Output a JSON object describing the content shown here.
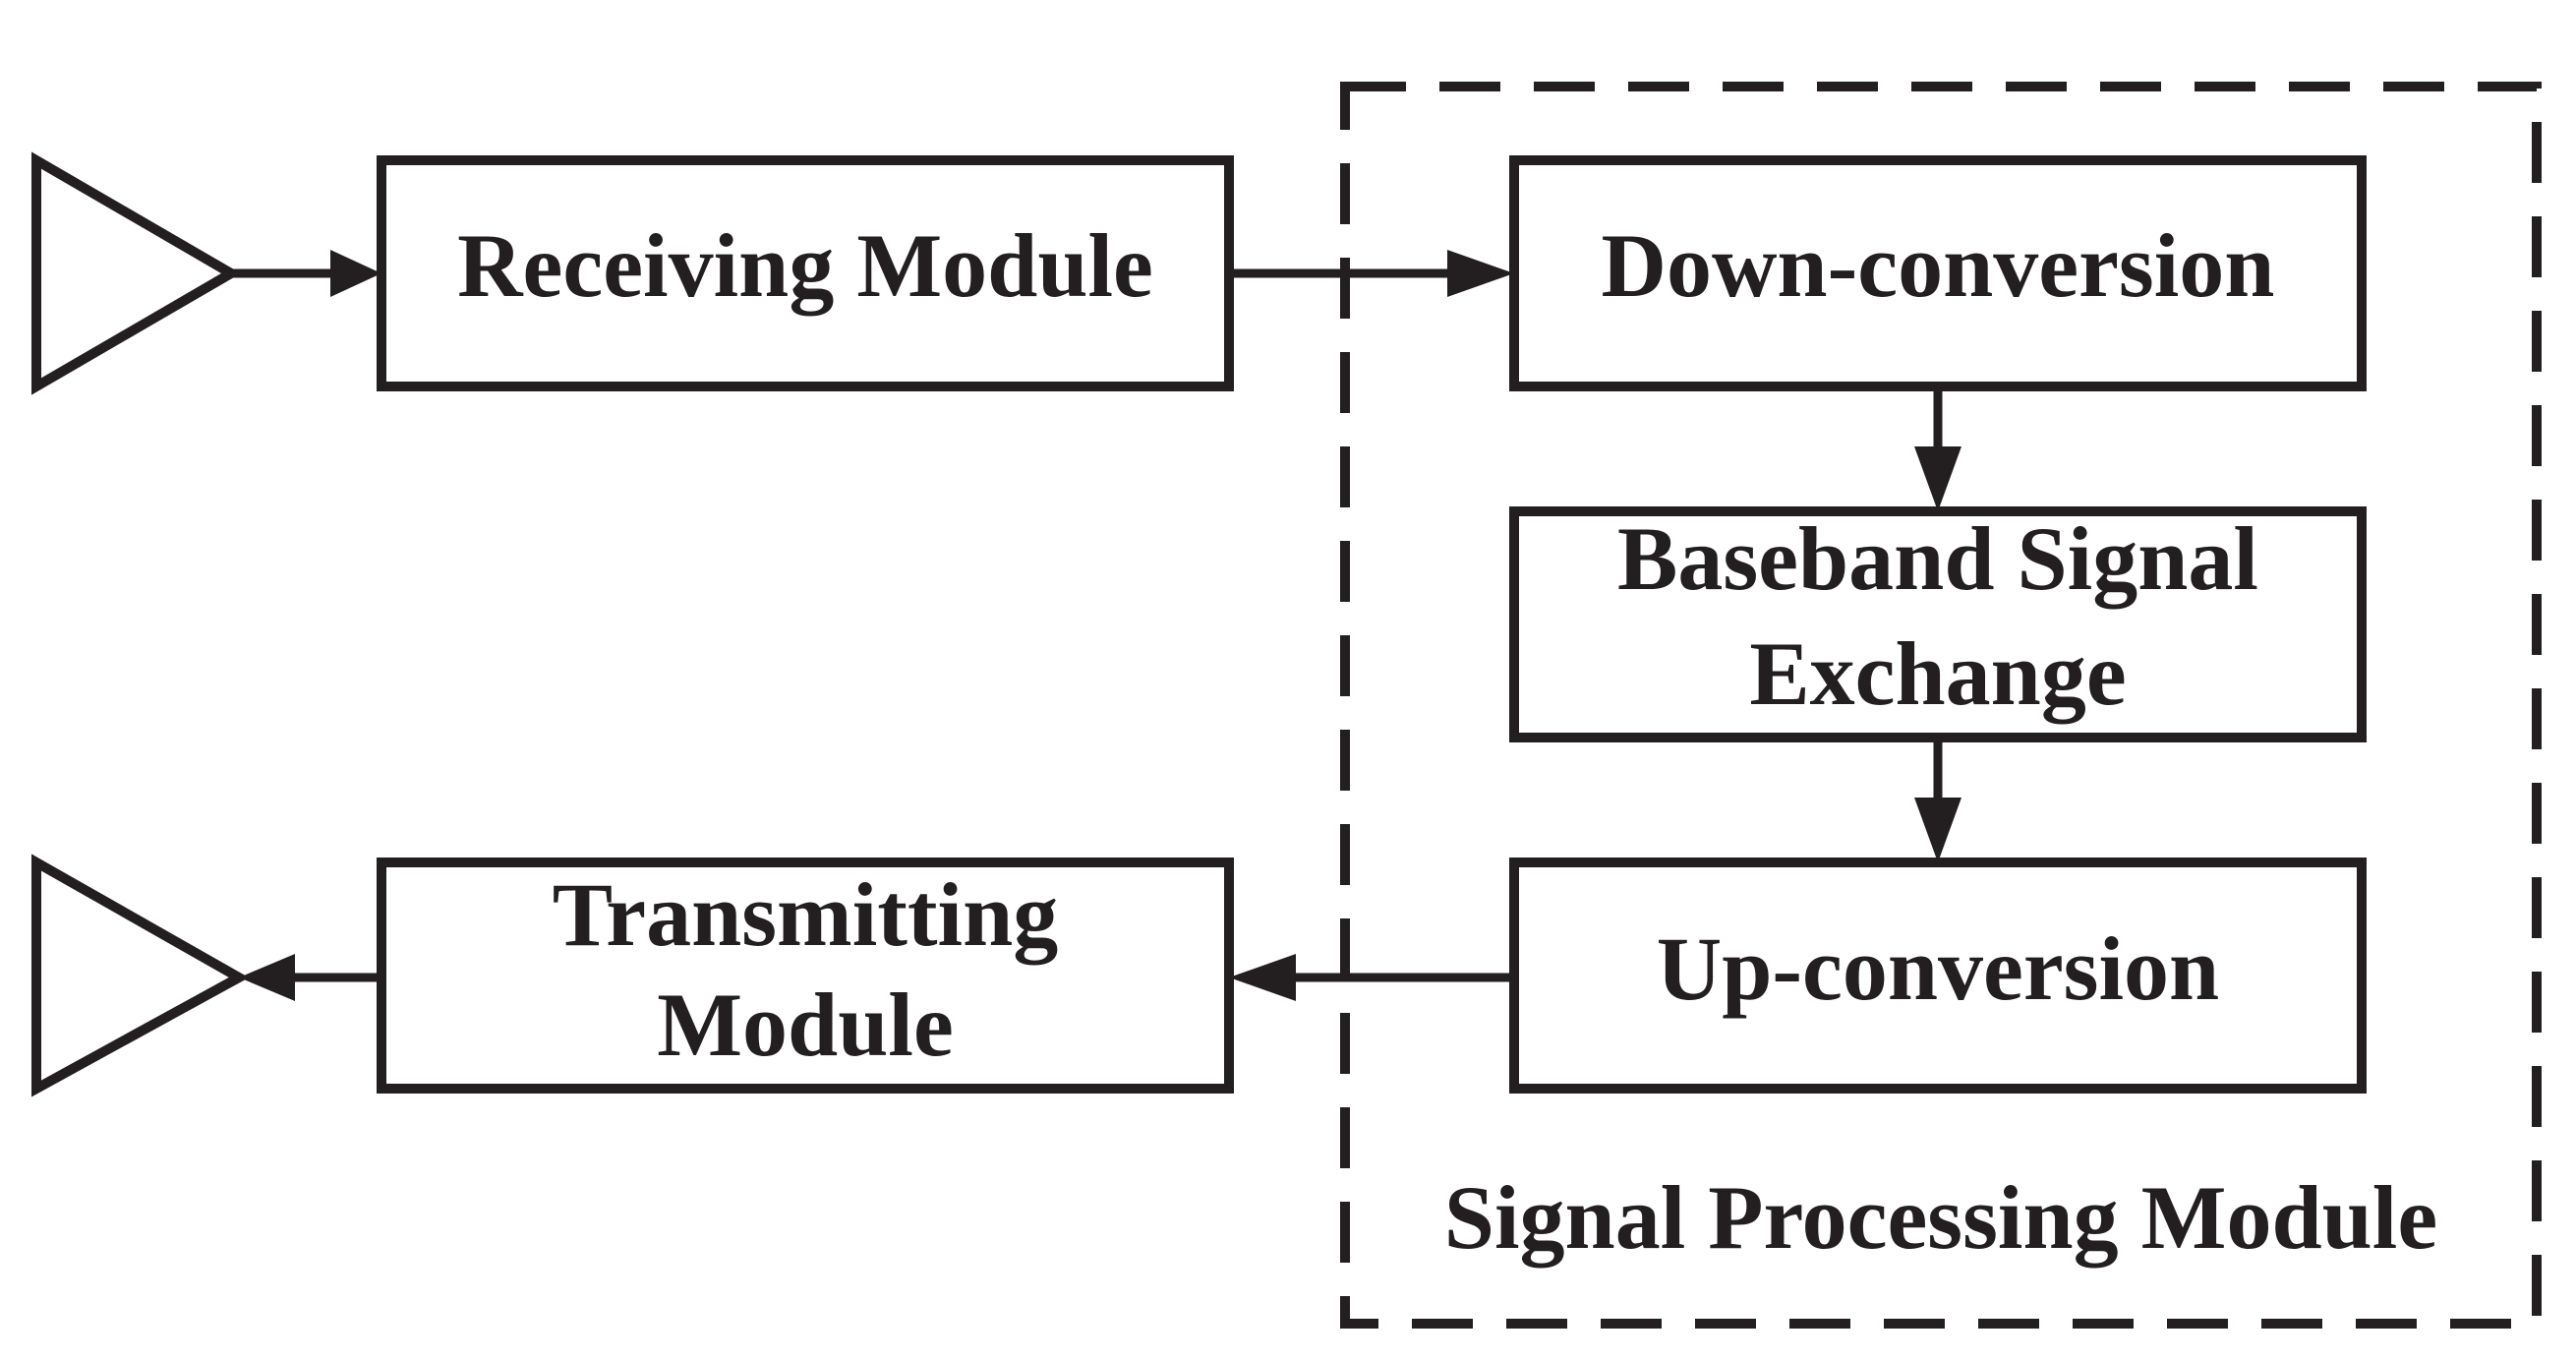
{
  "diagram": {
    "blocks": {
      "receiving": "Receiving Module",
      "transmitting_line1": "Transmitting",
      "transmitting_line2": "Module",
      "down_conversion": "Down-conversion",
      "baseband_line1": "Baseband Signal",
      "baseband_line2": "Exchange",
      "up_conversion": "Up-conversion"
    },
    "group_label": "Signal Processing Module",
    "colors": {
      "stroke": "#231f20",
      "background": "#ffffff"
    }
  }
}
